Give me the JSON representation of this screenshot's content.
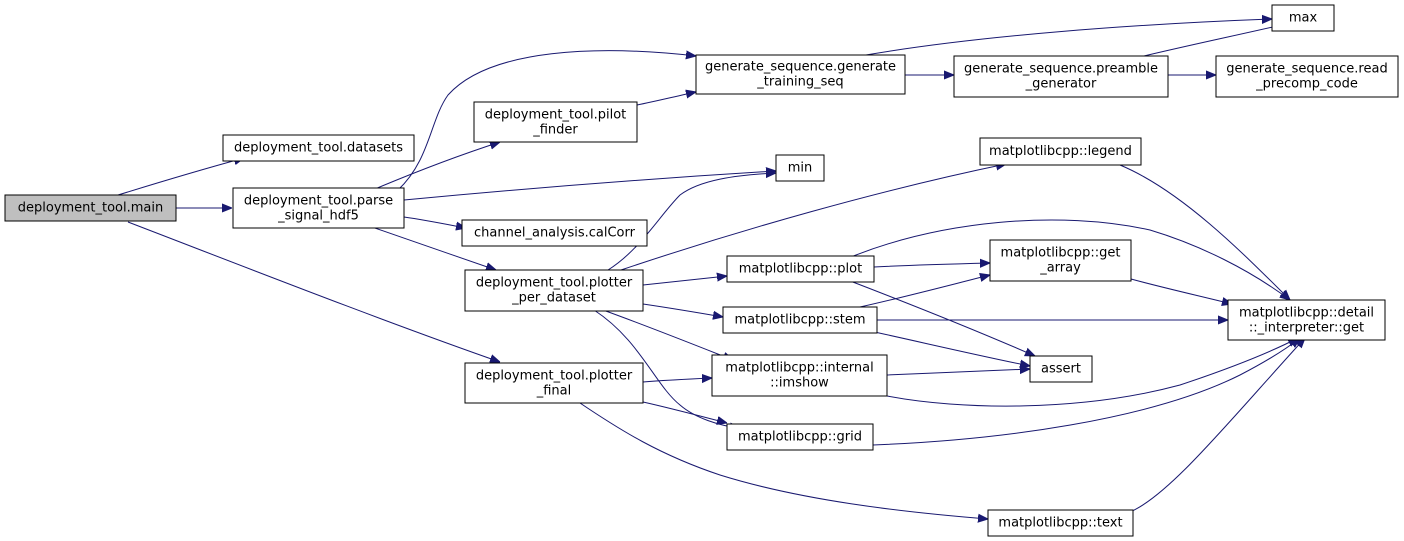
{
  "nodes": {
    "main": {
      "lines": [
        "deployment_tool.main"
      ],
      "root": true
    },
    "datasets": {
      "lines": [
        "deployment_tool.datasets"
      ]
    },
    "parse": {
      "lines": [
        "deployment_tool.parse",
        "_signal_hdf5"
      ]
    },
    "pilot": {
      "lines": [
        "deployment_tool.pilot",
        "_finder"
      ]
    },
    "gen_train": {
      "lines": [
        "generate_sequence.generate",
        "_training_seq"
      ]
    },
    "preamble": {
      "lines": [
        "generate_sequence.preamble",
        "_generator"
      ]
    },
    "read_precomp": {
      "lines": [
        "generate_sequence.read",
        "_precomp_code"
      ]
    },
    "max": {
      "lines": [
        "max"
      ]
    },
    "min": {
      "lines": [
        "min"
      ]
    },
    "calcorr": {
      "lines": [
        "channel_analysis.calCorr"
      ]
    },
    "plotter_ds": {
      "lines": [
        "deployment_tool.plotter",
        "_per_dataset"
      ]
    },
    "plotter_final": {
      "lines": [
        "deployment_tool.plotter",
        "_final"
      ]
    },
    "legend": {
      "lines": [
        "matplotlibcpp::legend"
      ]
    },
    "plot": {
      "lines": [
        "matplotlibcpp::plot"
      ]
    },
    "stem": {
      "lines": [
        "matplotlibcpp::stem"
      ]
    },
    "imshow": {
      "lines": [
        "matplotlibcpp::internal",
        "::imshow"
      ]
    },
    "grid": {
      "lines": [
        "matplotlibcpp::grid"
      ]
    },
    "text": {
      "lines": [
        "matplotlibcpp::text"
      ]
    },
    "get_array": {
      "lines": [
        "matplotlibcpp::get",
        "_array"
      ]
    },
    "assert": {
      "lines": [
        "assert"
      ]
    },
    "interp_get": {
      "lines": [
        "matplotlibcpp::detail",
        "::_interpreter::get"
      ]
    }
  },
  "edges": [
    [
      "main",
      "datasets"
    ],
    [
      "main",
      "parse"
    ],
    [
      "main",
      "plotter_final"
    ],
    [
      "parse",
      "gen_train"
    ],
    [
      "parse",
      "pilot"
    ],
    [
      "parse",
      "min"
    ],
    [
      "parse",
      "calcorr"
    ],
    [
      "parse",
      "plotter_ds"
    ],
    [
      "pilot",
      "gen_train"
    ],
    [
      "gen_train",
      "max"
    ],
    [
      "gen_train",
      "preamble"
    ],
    [
      "preamble",
      "max"
    ],
    [
      "preamble",
      "read_precomp"
    ],
    [
      "plotter_ds",
      "min"
    ],
    [
      "plotter_ds",
      "legend"
    ],
    [
      "plotter_ds",
      "plot"
    ],
    [
      "plotter_ds",
      "stem"
    ],
    [
      "plotter_ds",
      "imshow"
    ],
    [
      "plotter_ds",
      "grid"
    ],
    [
      "plotter_final",
      "imshow"
    ],
    [
      "plotter_final",
      "grid"
    ],
    [
      "plotter_final",
      "text"
    ],
    [
      "legend",
      "interp_get"
    ],
    [
      "plot",
      "get_array"
    ],
    [
      "plot",
      "assert"
    ],
    [
      "plot",
      "interp_get"
    ],
    [
      "stem",
      "get_array"
    ],
    [
      "stem",
      "assert"
    ],
    [
      "stem",
      "interp_get"
    ],
    [
      "get_array",
      "interp_get"
    ],
    [
      "imshow",
      "assert"
    ],
    [
      "imshow",
      "interp_get"
    ],
    [
      "grid",
      "interp_get"
    ],
    [
      "text",
      "interp_get"
    ]
  ],
  "colors": {
    "edge": "#191970",
    "root_fill": "#bfbfbf",
    "node_fill": "#ffffff",
    "node_stroke": "#000000"
  }
}
